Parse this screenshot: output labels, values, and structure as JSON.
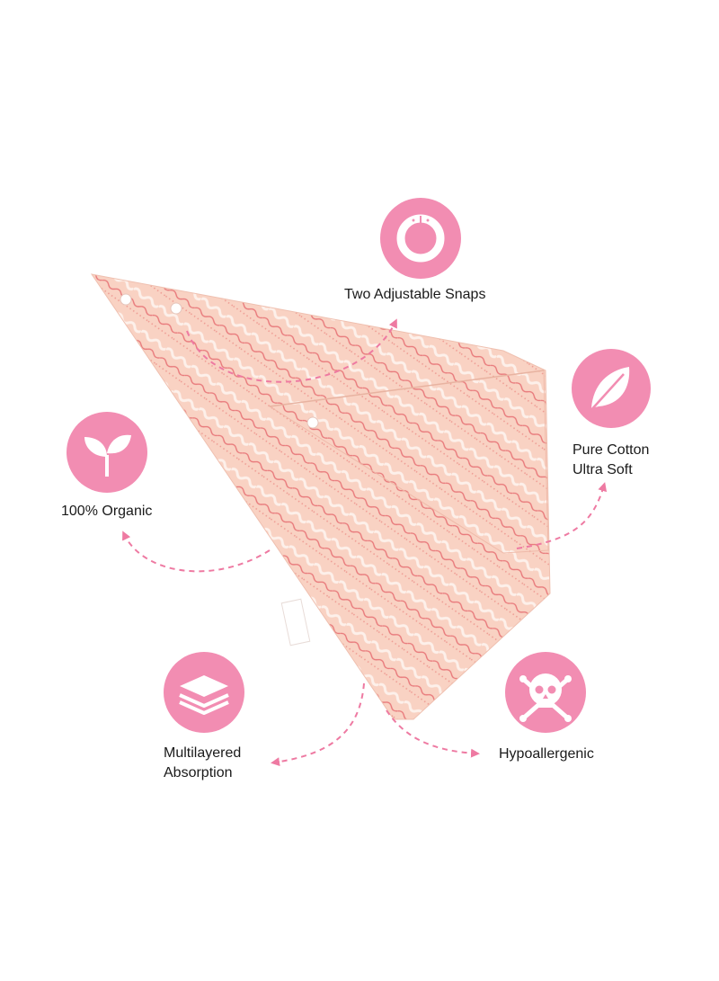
{
  "features": {
    "snaps": {
      "label": "Two Adjustable Snaps",
      "icon": "snap-ring-icon"
    },
    "cotton": {
      "line1": "Pure Cotton",
      "line2": "Ultra Soft",
      "icon": "leaf-icon"
    },
    "organic": {
      "label": "100% Organic",
      "icon": "sprout-icon"
    },
    "absorption": {
      "line1": "Multilayered",
      "line2": "Absorption",
      "icon": "layers-icon"
    },
    "hypoallergenic": {
      "label": "Hypoallergenic",
      "icon": "skull-crossbones-icon"
    }
  },
  "colors": {
    "accent_pink": "#f28db2",
    "arrow_pink": "#ee7aa2",
    "bib_base": "#f9d2c3",
    "bib_stripe": "#e8787a",
    "bib_wave": "#fdf0ea"
  }
}
